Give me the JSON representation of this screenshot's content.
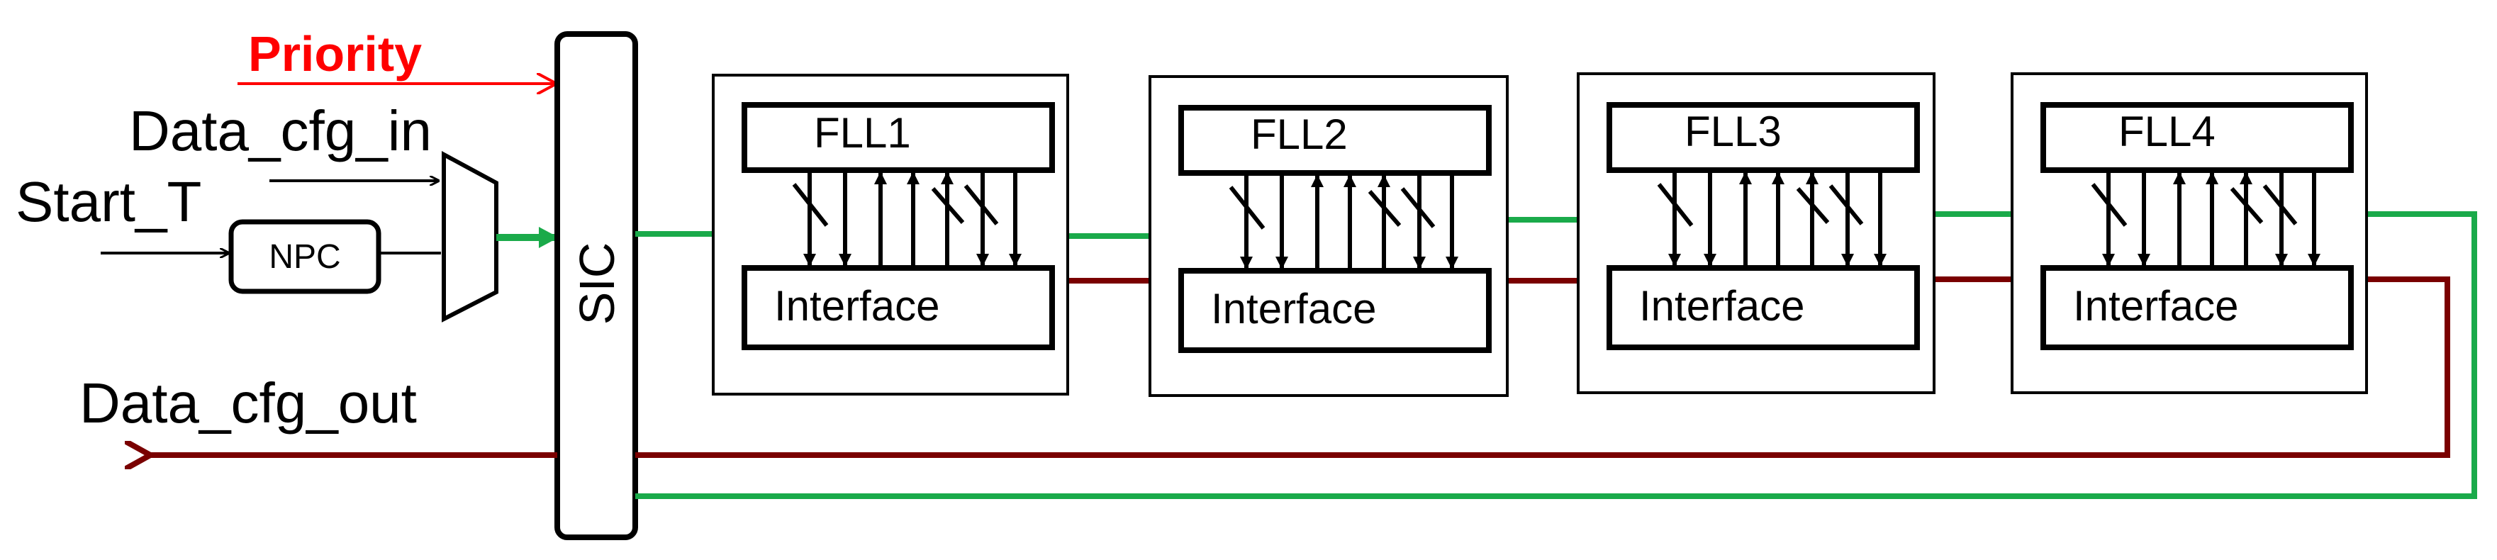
{
  "labels": {
    "priority": "Priority",
    "data_cfg_in": "Data_cfg_in",
    "start_t": "Start_T",
    "npc": "NPC",
    "sic": "SIC",
    "data_cfg_out": "Data_cfg_out"
  },
  "blocks": [
    {
      "fll": "FLL1",
      "interface": "Interface"
    },
    {
      "fll": "FLL2",
      "interface": "Interface"
    },
    {
      "fll": "FLL3",
      "interface": "Interface"
    },
    {
      "fll": "FLL4",
      "interface": "Interface"
    }
  ],
  "colors": {
    "priority": "#ff0000",
    "config_path": "#1aaa4a",
    "return_path": "#7a0000",
    "outline": "#000000"
  }
}
